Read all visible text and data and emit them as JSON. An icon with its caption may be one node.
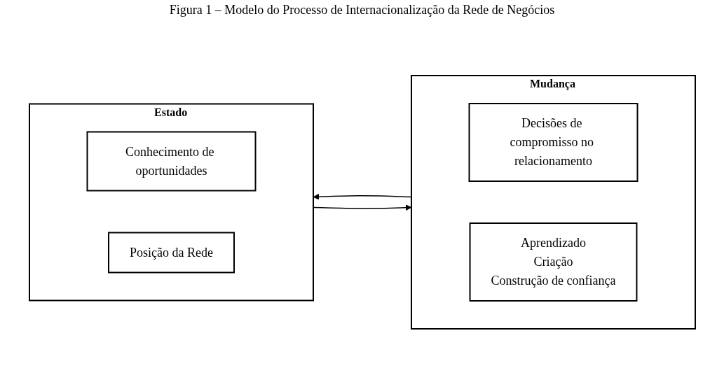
{
  "diagram": {
    "title": "Figura 1 – Modelo do Processo de Internacionalização da Rede de Negócios",
    "nodes": [
      {
        "text": [
          "Estado"
        ]
      },
      {
        "text": [
          "Conhecimento de oportunidades"
        ],
        "in": 0
      },
      {
        "text": [
          "Posição da Rede"
        ],
        "in": 0
      },
      {
        "text": [
          "Mudança"
        ]
      },
      {
        "text": [
          "Decisões de compromisso no relacionamento"
        ],
        "in": 3
      },
      {
        "text": [
          "Aprendizado",
          "Criação",
          "Construção de confiança"
        ],
        "in": 3
      }
    ],
    "edges": [
      {
        "from": 0,
        "to": 3,
        "arrow": "to"
      },
      {
        "from": 3,
        "to": 0,
        "arrow": "to"
      }
    ]
  }
}
